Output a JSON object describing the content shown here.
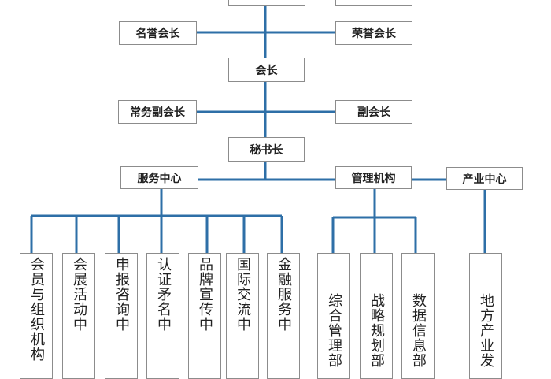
{
  "colors": {
    "line": "#2e6fa7",
    "border": "#8c8c8c",
    "text": "#222222"
  },
  "top": {
    "honorary_president": "名誉会长",
    "honorary_president_2": "荣誉会长",
    "president": "会长",
    "executive_vp": "常务副会长",
    "vice_president": "副会长",
    "secretary_general": "秘书长"
  },
  "divisions": {
    "service_center": "服务中心",
    "management": "管理机构",
    "industry_center": "产业中心"
  },
  "departments": {
    "service": [
      "会员与组织机构",
      "会展活动中",
      "申报咨询中",
      "认证矛名中",
      "品牌宣传中",
      "国际交流中",
      "金融服务中"
    ],
    "management": [
      "综合管理部",
      "战略规划部",
      "数据信息部"
    ],
    "industry": [
      "地方产业发"
    ]
  }
}
